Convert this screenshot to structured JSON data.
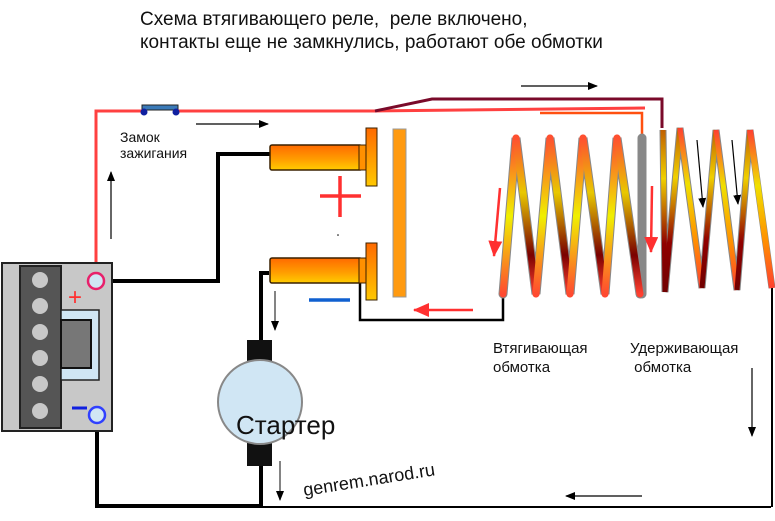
{
  "title": {
    "line1": "Схема втягивающего реле,  реле включено,",
    "line2": "контакты еще не замкнулись, работают обе обмотки"
  },
  "labels": {
    "ignition_switch_line1": "Замок",
    "ignition_switch_line2": "зажигания",
    "pull_in_coil_line1": "Втягивающая",
    "pull_in_coil_line2": "обмотка",
    "hold_coil_line1": "Удерживающая",
    "hold_coil_line2": " обмотка",
    "starter": "Стартер",
    "watermark": "genrem.narod.ru"
  },
  "symbols": {
    "battery_plus": "+",
    "battery_minus": "−",
    "contact_plus": "+",
    "contact_minus": "−"
  },
  "colors": {
    "positive_wire": "#ff4040",
    "ground_wire": "#000000",
    "hold_feed_wire": "#7a0a2a",
    "pull_feed_wire": "#ff5010",
    "current_arrow_red": "#ff3030",
    "plus_sign": "#ff3030",
    "minus_sign": "#1060d0",
    "battery_body": "#c8c8c8",
    "battery_cells": "#555555",
    "starter_body": "#d0e6f4",
    "terminal_plus": "#e8206a",
    "terminal_minus": "#3040ff"
  }
}
